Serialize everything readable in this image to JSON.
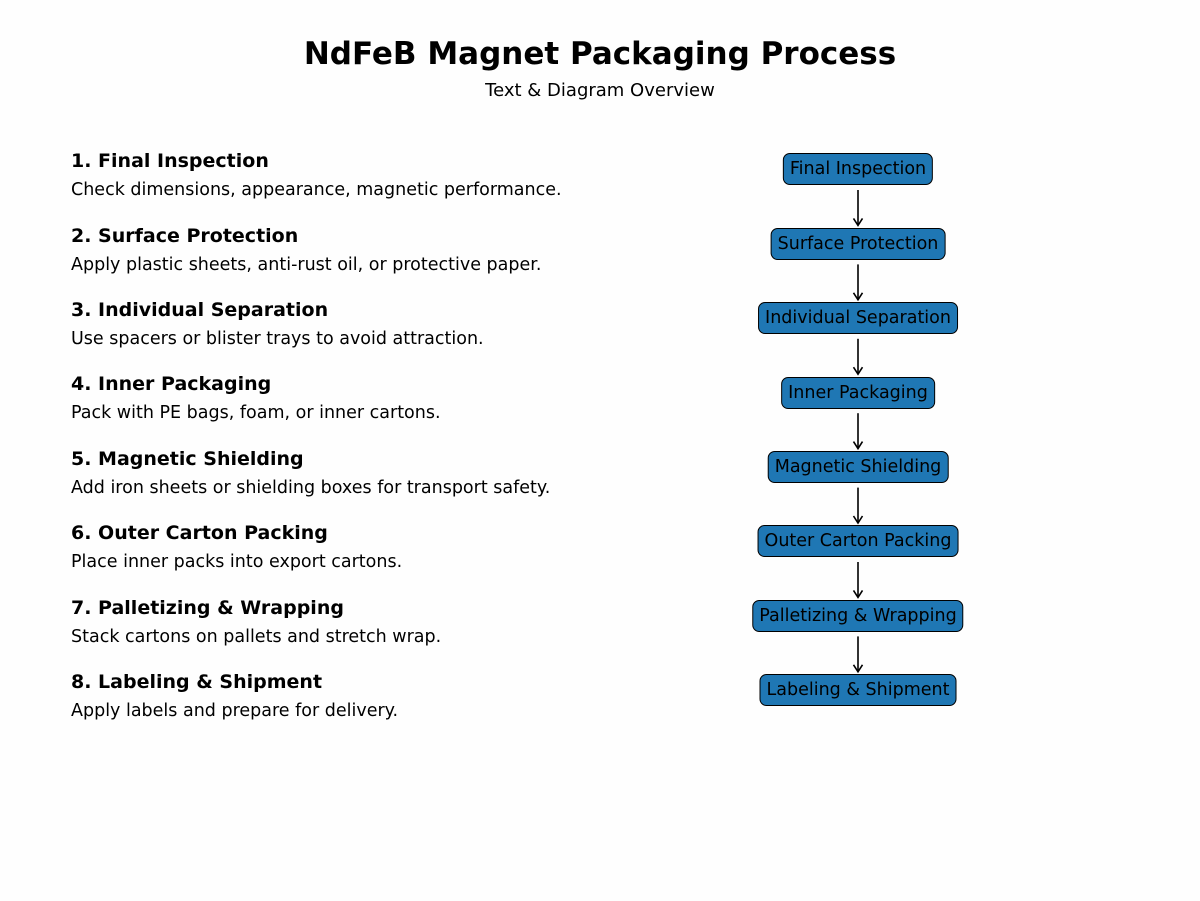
{
  "title": "NdFeB Magnet Packaging Process",
  "subtitle": "Text & Diagram Overview",
  "steps": [
    {
      "heading": "1. Final Inspection",
      "description": "Check dimensions, appearance, magnetic performance."
    },
    {
      "heading": "2. Surface Protection",
      "description": "Apply plastic sheets, anti-rust oil, or protective paper."
    },
    {
      "heading": "3. Individual Separation",
      "description": "Use spacers or blister trays to avoid attraction."
    },
    {
      "heading": "4. Inner Packaging",
      "description": "Pack with PE bags, foam, or inner cartons."
    },
    {
      "heading": "5. Magnetic Shielding",
      "description": "Add iron sheets or shielding boxes for transport safety."
    },
    {
      "heading": "6. Outer Carton Packing",
      "description": "Place inner packs into export cartons."
    },
    {
      "heading": "7. Palletizing & Wrapping",
      "description": "Stack cartons on pallets and stretch wrap."
    },
    {
      "heading": "8. Labeling & Shipment",
      "description": "Apply labels and prepare for delivery."
    }
  ],
  "flow": {
    "nodes": [
      "Final Inspection",
      "Surface Protection",
      "Individual Separation",
      "Inner Packaging",
      "Magnetic Shielding",
      "Outer Carton Packing",
      "Palletizing & Wrapping",
      "Labeling & Shipment"
    ],
    "node_color": "#1f77b4",
    "border_color": "#000000",
    "arrow_color": "#000000"
  }
}
